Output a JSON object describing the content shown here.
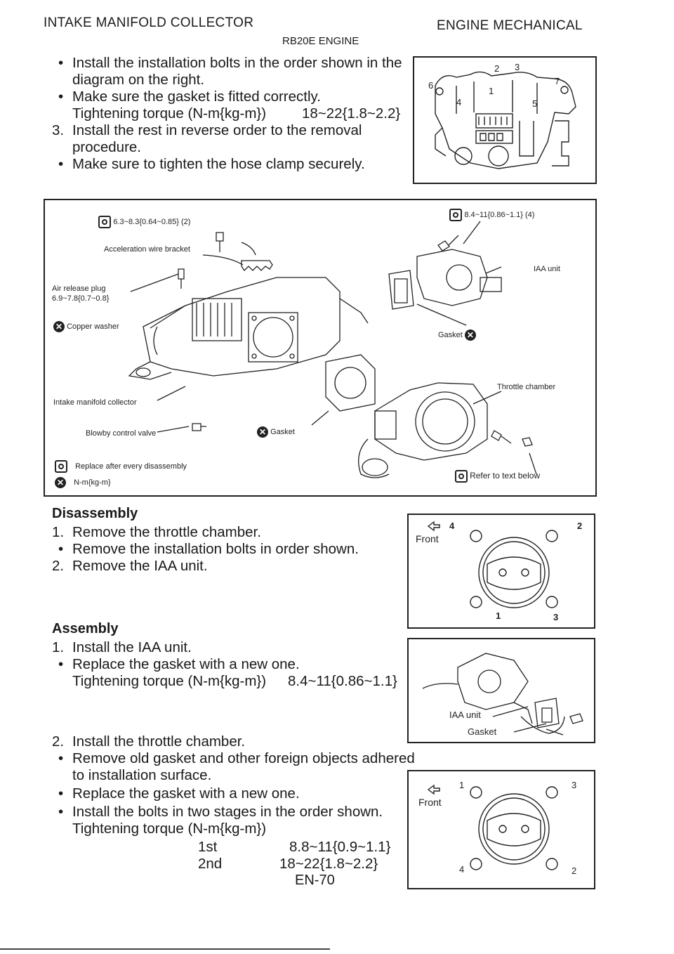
{
  "header": {
    "left": "INTAKE MANIFOLD COLLECTOR",
    "right": "ENGINE MECHANICAL",
    "sub": "RB20E ENGINE"
  },
  "intro": {
    "b1a": "Install the installation bolts in the order shown in the",
    "b1b": "diagram on the right.",
    "b2": "Make sure the gasket is fitted correctly.",
    "torque_label": "Tightening torque (N-m{kg-m})",
    "torque_value": "18~22{1.8~2.2}",
    "s3_num": "3.",
    "s3a": "Install the rest in reverse order to the removal",
    "s3b": "procedure.",
    "b3": "Make sure to tighten the hose clamp securely."
  },
  "top_diagram": {
    "n2": "2",
    "n3": "3",
    "n6": "6",
    "n7": "7",
    "n1": "1",
    "n4": "4",
    "n5": "5"
  },
  "main_diagram": {
    "torque_left": "6.3~8.3{0.64~0.85} (2)",
    "torque_right": "8.4~11{0.86~1.1} (4)",
    "accel_bracket": "Acceleration wire bracket",
    "air_release": "Air release plug",
    "air_release_torque": "6.9~7.8{0.7~0.8}",
    "copper_washer": "Copper washer",
    "iaa_unit": "IAA unit",
    "gasket1": "Gasket",
    "throttle_chamber": "Throttle chamber",
    "intake_collector": "Intake manifold collector",
    "blowby": "Blowby control valve",
    "gasket2": "Gasket",
    "legend_replace": "Replace after every disassembly",
    "legend_unit": "N-m{kg-m}",
    "refer": "Refer to text below"
  },
  "disassembly": {
    "title": "Disassembly",
    "n1": "1.",
    "s1": "Remove the throttle chamber.",
    "b1": "Remove the installation bolts in order shown.",
    "n2": "2.",
    "s2": "Remove the IAA unit."
  },
  "fig_dis": {
    "front": "Front",
    "n4": "4",
    "n2": "2",
    "n1": "1",
    "n3": "3"
  },
  "assembly": {
    "title": "Assembly",
    "n1": "1.",
    "s1": "Install the IAA unit.",
    "b1": "Replace the gasket with a new one.",
    "torque_label": "Tightening torque (N-m{kg-m})",
    "torque_value": "8.4~11{0.86~1.1}",
    "n2": "2.",
    "s2": "Install the throttle chamber.",
    "b2a": "Remove old gasket and other foreign objects adhered",
    "b2b": "to installation surface.",
    "b3": "Replace the gasket with a new one.",
    "b4": "Install the bolts in two stages in the order shown.",
    "torque_label2": "Tightening torque (N-m{kg-m})",
    "st1": "1st",
    "st1_val": "8.8~11{0.9~1.1}",
    "st2": "2nd",
    "st2_val": "18~22{1.8~2.2}"
  },
  "fig_iaa": {
    "iaa": "IAA unit",
    "gasket": "Gasket"
  },
  "fig_asm": {
    "front": "Front",
    "n1": "1",
    "n3": "3",
    "n4": "4",
    "n2": "2"
  },
  "footer": {
    "page": "EN-70"
  }
}
